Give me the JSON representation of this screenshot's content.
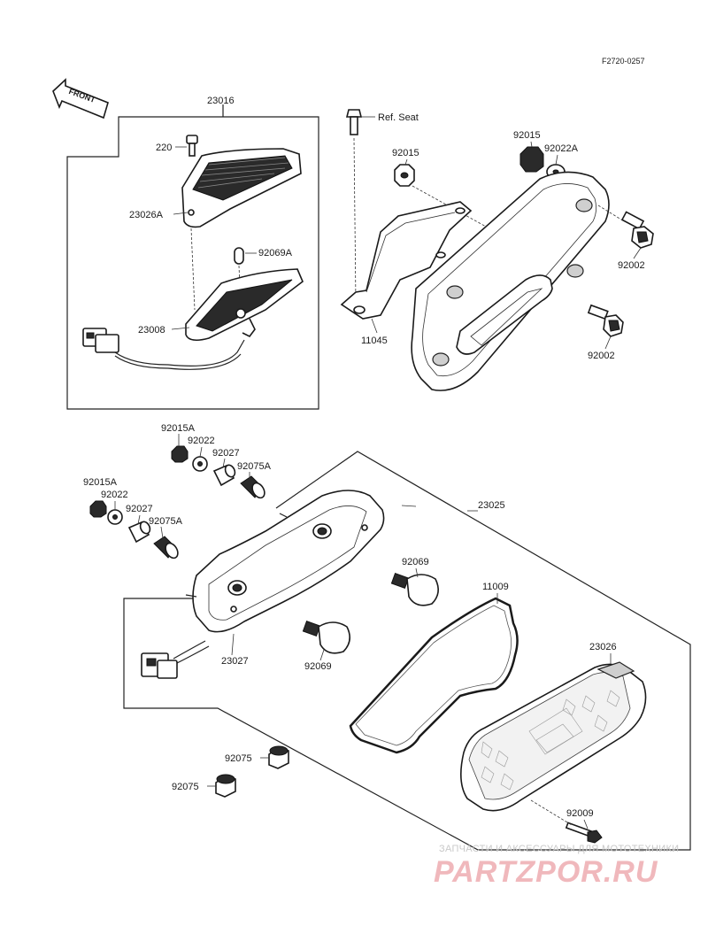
{
  "diagram": {
    "figure_code": "F2720-0257",
    "front_label": "FRONT",
    "ref_seat_label": "Ref. Seat",
    "labels": {
      "g23016": "23016",
      "p220": "220",
      "p23026A": "23026A",
      "p92069A": "92069A",
      "p23008": "23008",
      "p92015_left": "92015",
      "p11045": "11045",
      "p92015_right": "92015",
      "p92022A": "92022A",
      "p92002_top": "92002",
      "p92002_bottom": "92002",
      "p92015A_top": "92015A",
      "p92022_top": "92022",
      "p92027_top": "92027",
      "p92075A_top": "92075A",
      "p92015A_left": "92015A",
      "p92022_left": "92022",
      "p92027_left": "92027",
      "p92075A_left": "92075A",
      "g23025": "23025",
      "p92069_top": "92069",
      "p11009": "11009",
      "p23027": "23027",
      "p92069_bottom": "92069",
      "p23026": "23026",
      "p92075_a": "92075",
      "p92075_b": "92075",
      "p92009": "92009"
    },
    "watermark": {
      "caption": "ЗАПЧАСТИ И АКСЕССУАРЫ ДЛЯ МОТОТЕХНИКИ",
      "brand": "PARTZPOR.RU"
    }
  }
}
